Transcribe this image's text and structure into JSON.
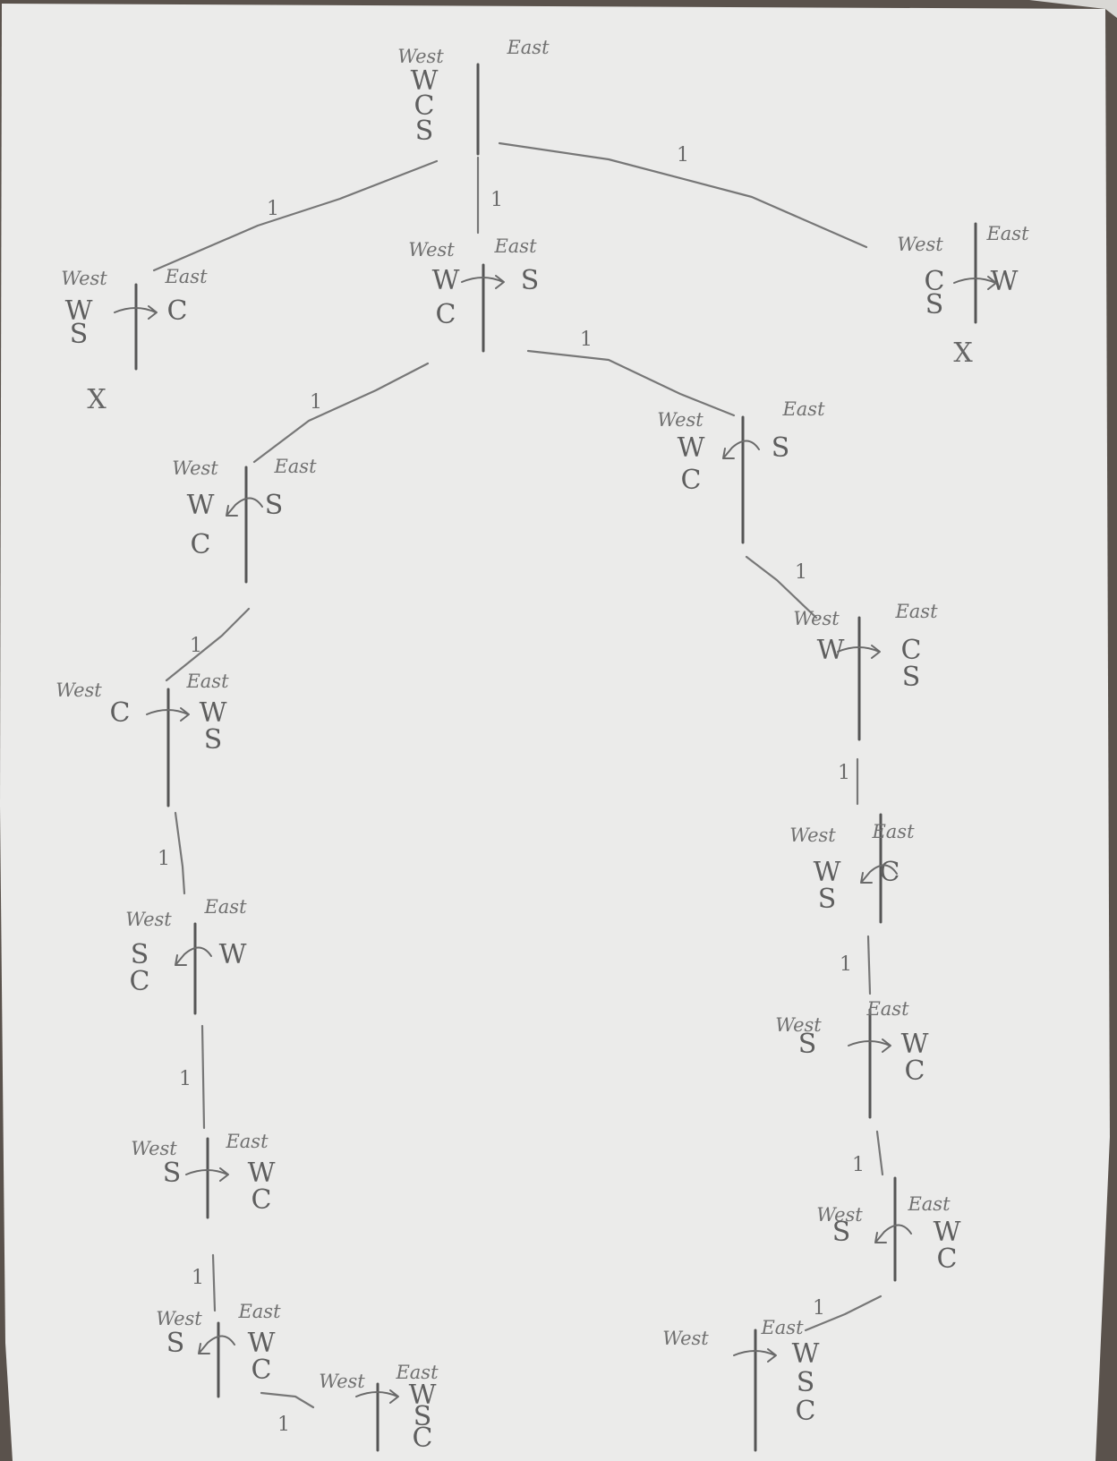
{
  "labels": {
    "west": "West",
    "east": "East",
    "dead_end": "X"
  },
  "edge_weight": "1",
  "items": {
    "w": "W",
    "c": "C",
    "s": "S"
  },
  "colors": {
    "paper": "#ebebea",
    "ink": "#6f6f6f",
    "background": "#5a524c"
  },
  "states": [
    {
      "id": "n0",
      "west": [
        "W",
        "C",
        "S"
      ],
      "east": [],
      "arrow": "none",
      "dead": false
    },
    {
      "id": "n1",
      "west": [
        "W",
        "S"
      ],
      "east": [
        "C"
      ],
      "arrow": "right",
      "dead": true
    },
    {
      "id": "n2",
      "west": [
        "W",
        "C"
      ],
      "east": [
        "S"
      ],
      "arrow": "right",
      "dead": false
    },
    {
      "id": "n3",
      "west": [
        "C",
        "S"
      ],
      "east": [
        "W"
      ],
      "arrow": "right",
      "dead": true
    },
    {
      "id": "n4",
      "west": [
        "W",
        "C"
      ],
      "east": [
        "S"
      ],
      "arrow": "left",
      "dead": false
    },
    {
      "id": "n5",
      "west": [
        "W",
        "C"
      ],
      "east": [
        "S"
      ],
      "arrow": "left",
      "dead": false
    },
    {
      "id": "n6",
      "west": [
        "C"
      ],
      "east": [
        "W",
        "S"
      ],
      "arrow": "right",
      "dead": false
    },
    {
      "id": "n7",
      "west": [
        "W"
      ],
      "east": [
        "C",
        "S"
      ],
      "arrow": "right",
      "dead": false
    },
    {
      "id": "n8",
      "west": [
        "S",
        "C"
      ],
      "east": [
        "W"
      ],
      "arrow": "left",
      "dead": false
    },
    {
      "id": "n9",
      "west": [
        "W",
        "S"
      ],
      "east": [
        "C"
      ],
      "arrow": "left",
      "dead": false
    },
    {
      "id": "n10",
      "west": [
        "S"
      ],
      "east": [
        "W",
        "C"
      ],
      "arrow": "right",
      "dead": false
    },
    {
      "id": "n11",
      "west": [
        "S"
      ],
      "east": [
        "W",
        "C"
      ],
      "arrow": "right",
      "dead": false
    },
    {
      "id": "n12",
      "west": [
        "S"
      ],
      "east": [
        "W",
        "C"
      ],
      "arrow": "left",
      "dead": false
    },
    {
      "id": "n13",
      "west": [
        "S"
      ],
      "east": [
        "W",
        "C"
      ],
      "arrow": "left",
      "dead": false
    },
    {
      "id": "n14",
      "west": [],
      "east": [
        "W",
        "S",
        "C"
      ],
      "arrow": "right",
      "dead": false
    },
    {
      "id": "n15",
      "west": [],
      "east": [
        "W",
        "S",
        "C"
      ],
      "arrow": "right",
      "dead": false
    }
  ],
  "edges": [
    {
      "from": "n0",
      "to": "n1",
      "weight": "1"
    },
    {
      "from": "n0",
      "to": "n2",
      "weight": "1"
    },
    {
      "from": "n0",
      "to": "n3",
      "weight": "1"
    },
    {
      "from": "n2",
      "to": "n4",
      "weight": "1"
    },
    {
      "from": "n2",
      "to": "n5",
      "weight": "1"
    },
    {
      "from": "n4",
      "to": "n6",
      "weight": "1"
    },
    {
      "from": "n5",
      "to": "n7",
      "weight": "1"
    },
    {
      "from": "n6",
      "to": "n8",
      "weight": "1"
    },
    {
      "from": "n7",
      "to": "n9",
      "weight": "1"
    },
    {
      "from": "n8",
      "to": "n10",
      "weight": "1"
    },
    {
      "from": "n9",
      "to": "n11",
      "weight": "1"
    },
    {
      "from": "n10",
      "to": "n12",
      "weight": "1"
    },
    {
      "from": "n11",
      "to": "n13",
      "weight": "1"
    },
    {
      "from": "n12",
      "to": "n14",
      "weight": "1"
    },
    {
      "from": "n13",
      "to": "n15",
      "weight": "1"
    }
  ]
}
